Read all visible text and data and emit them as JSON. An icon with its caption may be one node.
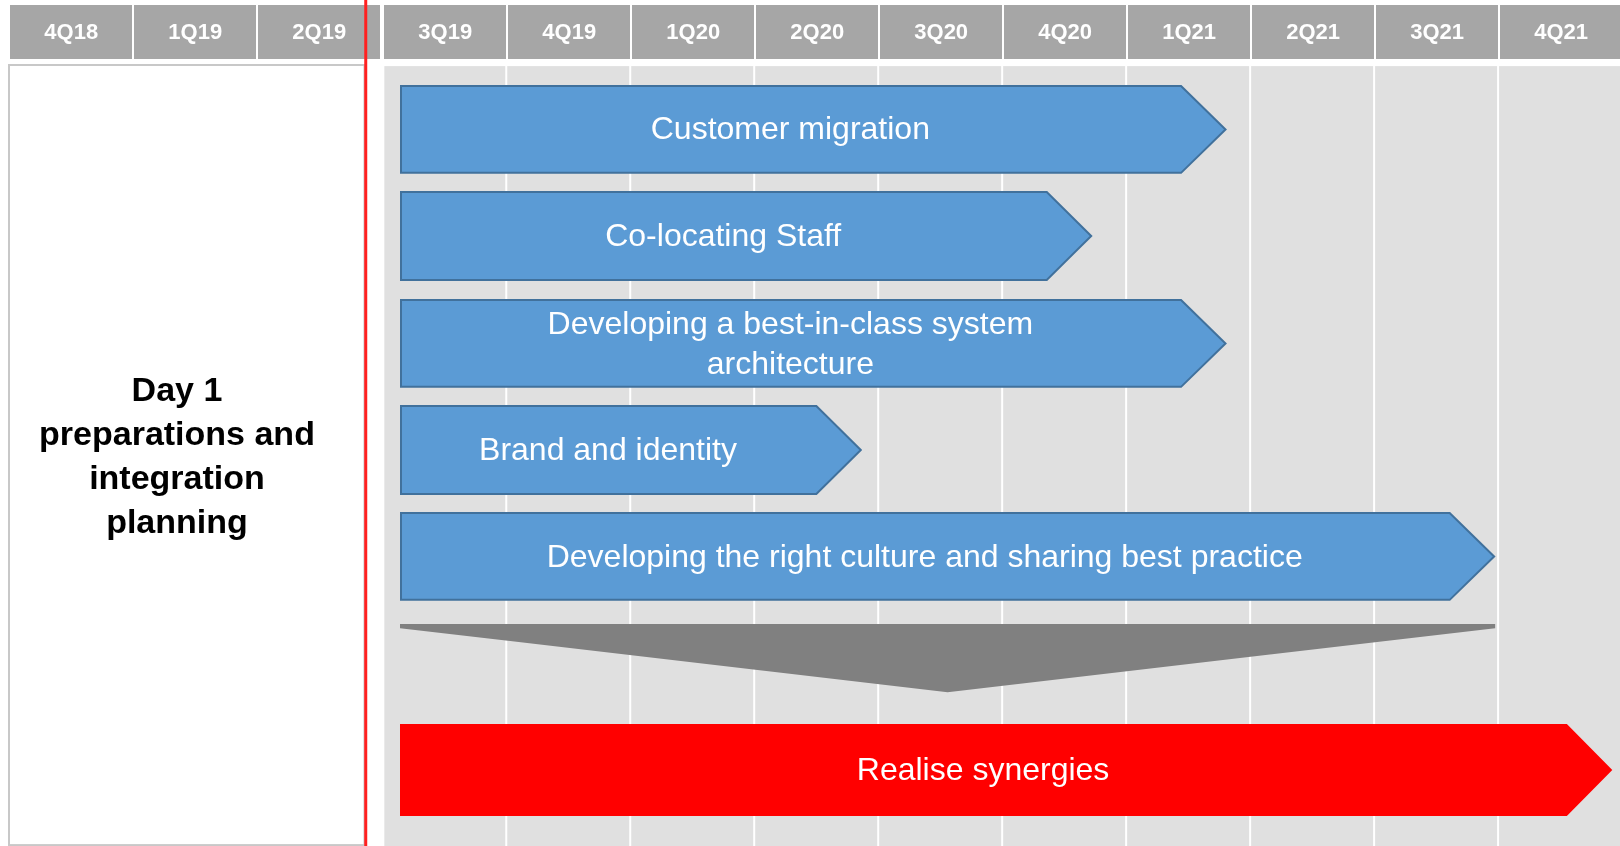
{
  "diagram": {
    "nodes": [
      {
        "text": [
          "Day 1 preparations and integration planning"
        ]
      },
      {
        "text": [
          "Customer migration"
        ]
      },
      {
        "text": [
          "Co-locating Staff"
        ]
      },
      {
        "text": [
          "Developing a best-in-class system architecture"
        ]
      },
      {
        "text": [
          "Brand and identity"
        ]
      },
      {
        "text": [
          "Developing the right culture and sharing best practice"
        ]
      },
      {
        "text": [],
        "shape": "triangle"
      },
      {
        "text": [
          "Realise synergies"
        ]
      }
    ],
    "labels": [
      "4Q18",
      "1Q19",
      "2Q19",
      "3Q19",
      "4Q19",
      "1Q20",
      "2Q20",
      "3Q20",
      "4Q20",
      "1Q21",
      "2Q21",
      "3Q21",
      "4Q21"
    ]
  }
}
